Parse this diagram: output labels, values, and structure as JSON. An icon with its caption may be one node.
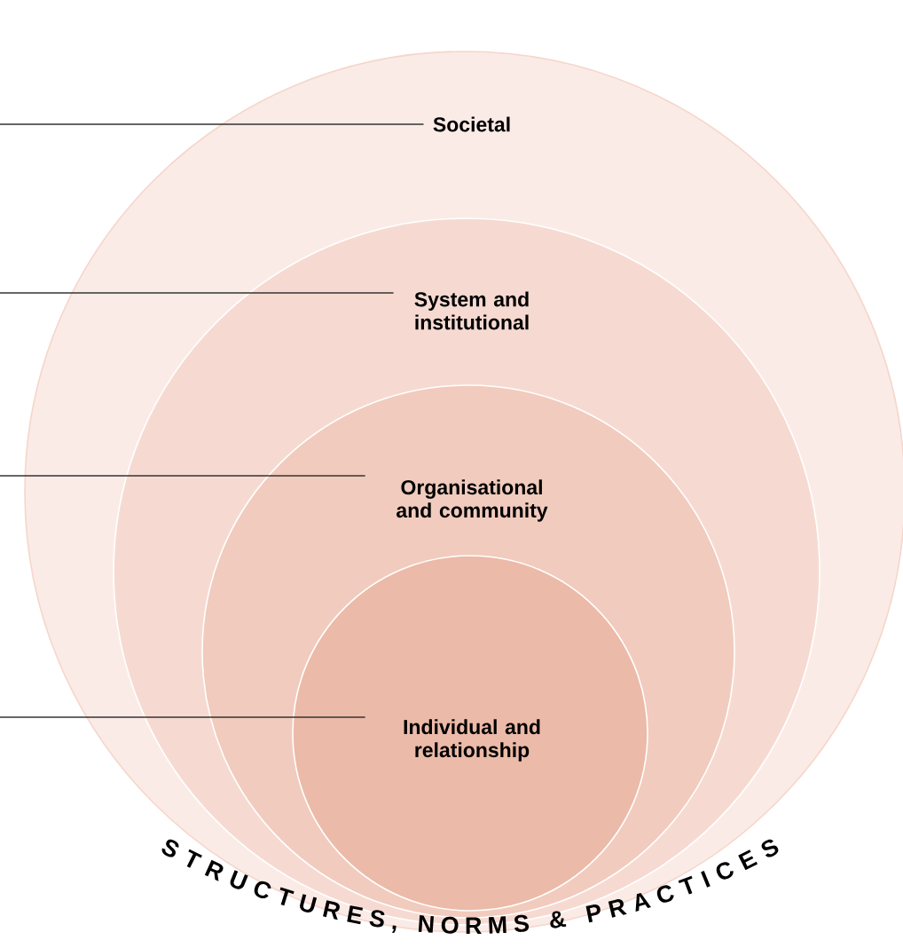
{
  "diagram": {
    "nodes": [
      {
        "text": [
          "Societal"
        ]
      },
      {
        "text": [
          "System and institutional"
        ],
        "in": 0
      },
      {
        "text": [
          "Organisational and community"
        ],
        "in": 1
      },
      {
        "text": [
          "Individual and relationship"
        ],
        "in": 2
      }
    ],
    "edges": [
      {
        "from": null,
        "to": 0,
        "arrow": "none"
      },
      {
        "from": null,
        "to": 1,
        "arrow": "none"
      },
      {
        "from": null,
        "to": 2,
        "arrow": "none"
      },
      {
        "from": null,
        "to": 3,
        "arrow": "none"
      }
    ],
    "labels": [
      "STRUCTURES, NORMS & PRACTICES"
    ]
  }
}
